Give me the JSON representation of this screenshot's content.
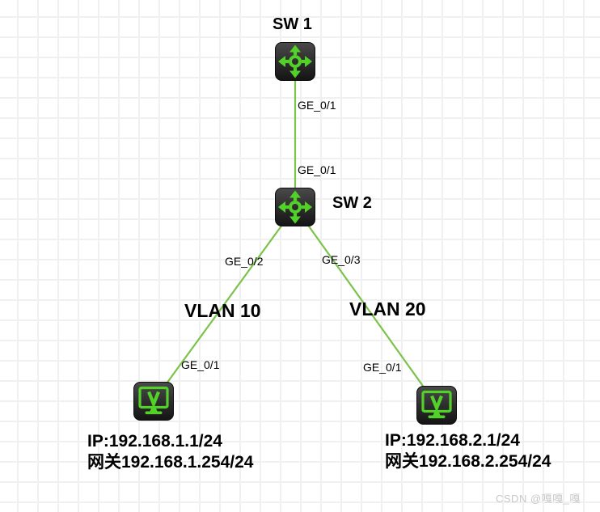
{
  "canvas": {
    "background": "#ffffff",
    "grid_color": "#f0f0f0"
  },
  "colors": {
    "link_green": "#7cc24b",
    "device_icon_green": "#52d228",
    "device_body_dark": "#2d2d2d",
    "label_text": "#000000",
    "watermark_gray": "#c8c8c8"
  },
  "devices": [
    {
      "id": "sw1",
      "type": "switch",
      "label": "SW 1"
    },
    {
      "id": "sw2",
      "type": "switch",
      "label": "SW 2"
    },
    {
      "id": "pc1",
      "type": "pc",
      "ip": "IP:192.168.1.1/24",
      "gateway": "网关192.168.1.254/24"
    },
    {
      "id": "pc2",
      "type": "pc",
      "ip": "IP:192.168.2.1/24",
      "gateway": "网关192.168.2.254/24"
    }
  ],
  "links": [
    {
      "from": "sw1",
      "to": "sw2",
      "from_port": "GE_0/1",
      "to_port": "GE_0/1"
    },
    {
      "from": "sw2",
      "to": "pc1",
      "from_port": "GE_0/2",
      "to_port": "GE_0/1",
      "vlan": "VLAN 10"
    },
    {
      "from": "sw2",
      "to": "pc2",
      "from_port": "GE_0/3",
      "to_port": "GE_0/1",
      "vlan": "VLAN 20"
    }
  ],
  "watermark": {
    "text": "CSDN @嘎嘎_嘎"
  }
}
